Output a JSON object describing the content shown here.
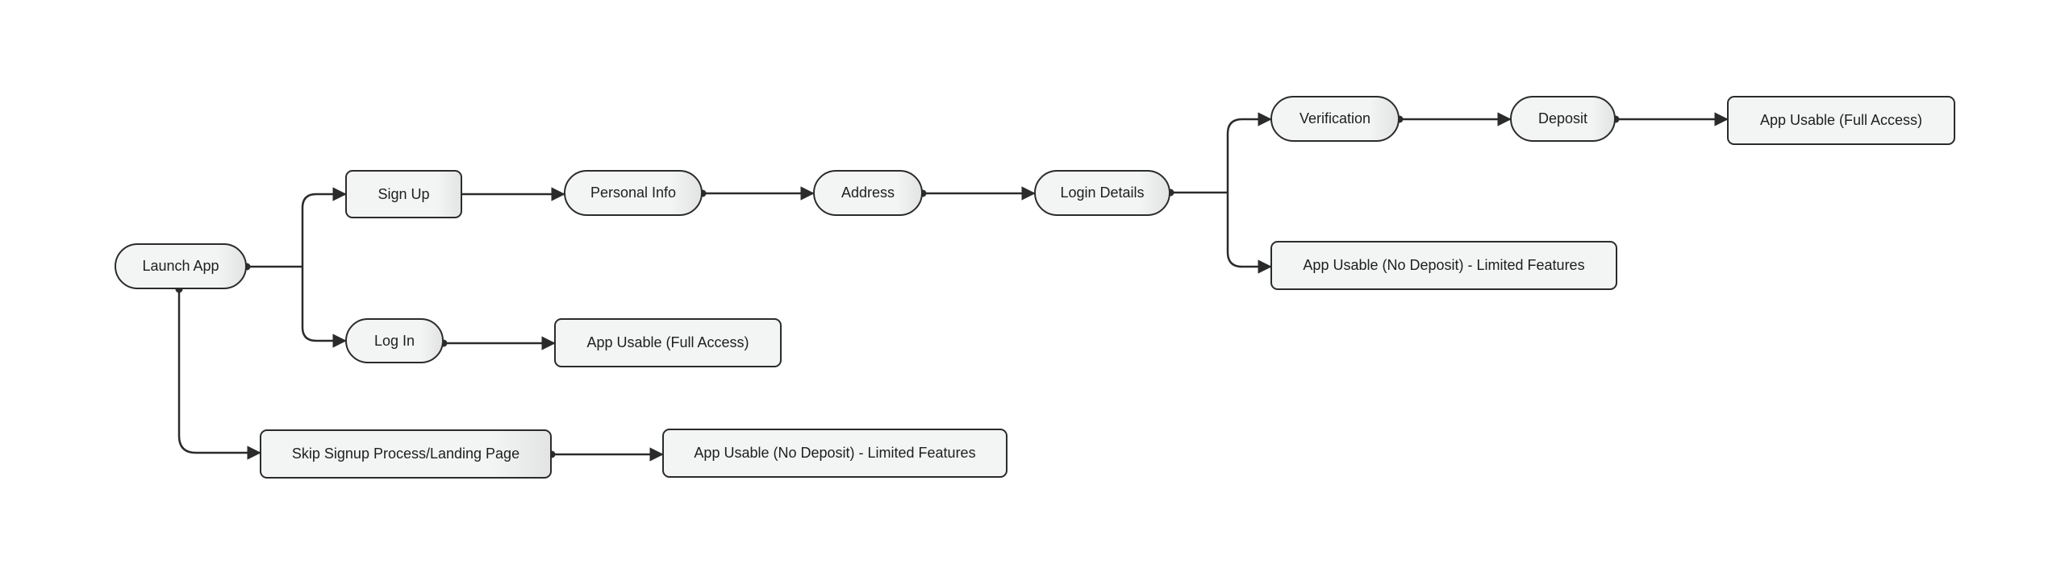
{
  "diagram": {
    "nodes": {
      "launch_app": "Launch App",
      "sign_up": "Sign Up",
      "log_in": "Log In",
      "skip_signup": "Skip Signup Process/Landing Page",
      "personal_info": "Personal Info",
      "address": "Address",
      "login_details": "Login Details",
      "verification": "Verification",
      "deposit": "Deposit",
      "usable_full_top": "App Usable (Full Access)",
      "usable_limited_top": "App Usable (No Deposit) - Limited Features",
      "usable_full_login": "App Usable (Full Access)",
      "usable_limited_skip": "App Usable (No Deposit) - Limited Features"
    },
    "colors": {
      "stroke": "#2b2b2b",
      "node_fill": "#f3f4f4",
      "background": "#ffffff"
    }
  }
}
